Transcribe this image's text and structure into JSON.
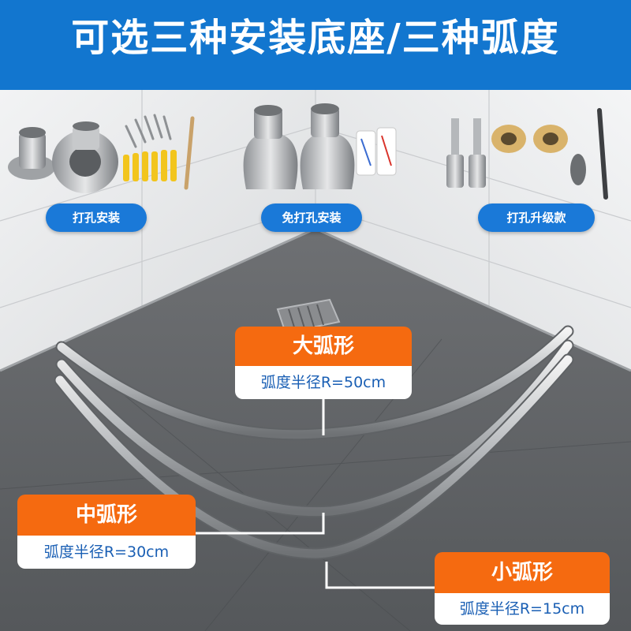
{
  "header": {
    "title": "可选三种安装底座/三种弧度",
    "background_color": "#1276cf"
  },
  "products": [
    {
      "label": "打孔安装",
      "icon": "drilled-mount-base-icon"
    },
    {
      "label": "免打孔安装",
      "icon": "adhesive-mount-base-icon"
    },
    {
      "label": "打孔升级款",
      "icon": "upgraded-drilled-mount-icon"
    }
  ],
  "arcs": [
    {
      "name": "大弧形",
      "radius_text": "弧度半径R=50cm"
    },
    {
      "name": "中弧形",
      "radius_text": "弧度半径R=30cm"
    },
    {
      "name": "小弧形",
      "radius_text": "弧度半径R=15cm"
    }
  ],
  "colors": {
    "label_blue": "#1a79d8",
    "callout_orange": "#f56a10",
    "radius_text_blue": "#1a5fb4"
  }
}
